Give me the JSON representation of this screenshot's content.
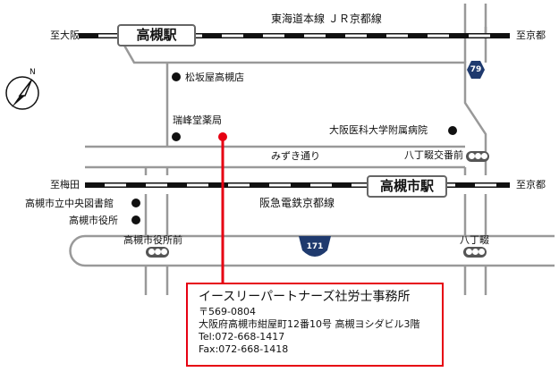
{
  "rail_lines": {
    "jr": "東海道本線 ＪＲ京都線",
    "hankyu": "阪急電鉄京都線"
  },
  "stations": {
    "jr_takatsuki": "高槻駅",
    "hankyu_takatsukishi": "高槻市駅"
  },
  "directions": {
    "to_osaka": "至大阪",
    "to_kyoto_top": "至京都",
    "to_umeda": "至梅田",
    "to_kyoto_mid": "至京都"
  },
  "streets": {
    "mizuki": "みずき通り"
  },
  "places": {
    "matsuzakaya": "松坂屋高槻店",
    "zuihodo": "瑞峰堂薬局",
    "hospital": "大阪医科大学附属病院",
    "library": "高槻市立中央図書館",
    "city_hall": "高槻市役所"
  },
  "intersections": {
    "hatchonawate_koban": "八丁畷交番前",
    "city_hall_mae": "高槻市役所前",
    "hatchonawate": "八丁畷"
  },
  "routes": {
    "r79": "79",
    "r171": "171"
  },
  "compass": {
    "north_label": "N"
  },
  "info": {
    "title": "イースリーパートナーズ社労士事務所",
    "postal": "〒569-0804",
    "address": "大阪府高槻市紺屋町12番10号 高槻ヨシダビル3階",
    "tel": "Tel:072-668-1417",
    "fax": "Fax:072-668-1418"
  },
  "colors": {
    "road_outline": "#999999",
    "rail": "#111111",
    "route_marker": "#1f3a6e",
    "highlight": "#e60012"
  }
}
